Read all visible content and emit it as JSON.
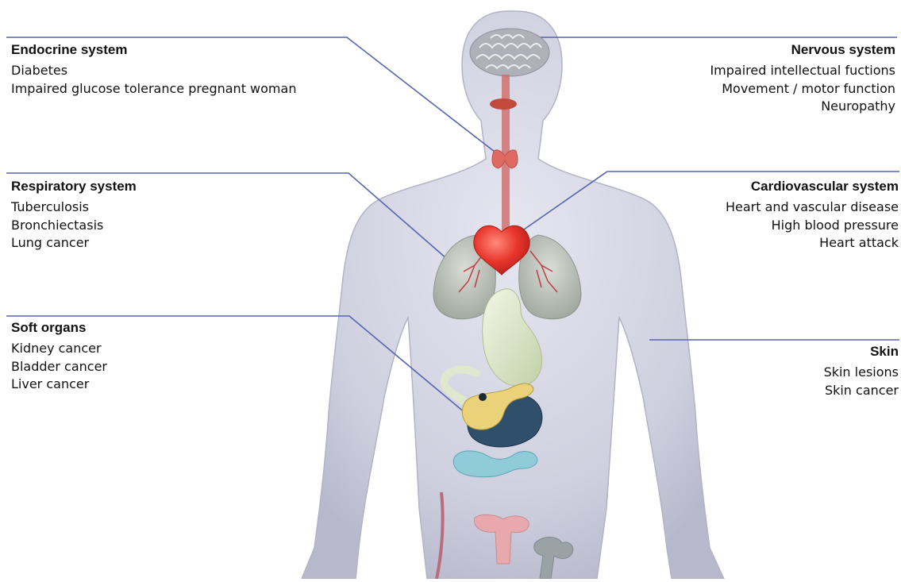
{
  "figure": {
    "groups": [
      {
        "id": "endocrine",
        "title": "Endocrine system",
        "items": [
          "Diabetes",
          "Impaired glucose tolerance pregnant woman"
        ],
        "organ": "thyroid"
      },
      {
        "id": "nervous",
        "title": "Nervous system",
        "items": [
          "Impaired intellectual fuctions",
          "Movement / motor function",
          "Neuropathy"
        ],
        "organ": "brain"
      },
      {
        "id": "respiratory",
        "title": "Respiratory system",
        "items": [
          "Tuberculosis",
          "Bronchiectasis",
          "Lung cancer"
        ],
        "organ": "lungs"
      },
      {
        "id": "cardiovascular",
        "title": "Cardiovascular system",
        "items": [
          "Heart and vascular disease",
          "High blood pressure",
          "Heart attack"
        ],
        "organ": "heart"
      },
      {
        "id": "soft",
        "title": "Soft organs",
        "items": [
          "Kidney cancer",
          "Bladder cancer",
          "Liver cancer"
        ],
        "organ": "pancreas"
      },
      {
        "id": "skin",
        "title": "Skin",
        "items": [
          "Skin lesions",
          "Skin cancer"
        ],
        "organ": "skin"
      }
    ],
    "colors": {
      "leader_line": "#5565b0",
      "body": "#c9cadb",
      "heart": "#e8352c",
      "lungs": "#b9bdb8",
      "vessels": "#c23a4a",
      "stomach": "#dfe8cf",
      "pancreas": "#e9d27a",
      "liver": "#2f4f6a",
      "kidney": "#8fcbd8",
      "thyroid": "#e06a62",
      "brain": "#aeb1b7"
    }
  }
}
